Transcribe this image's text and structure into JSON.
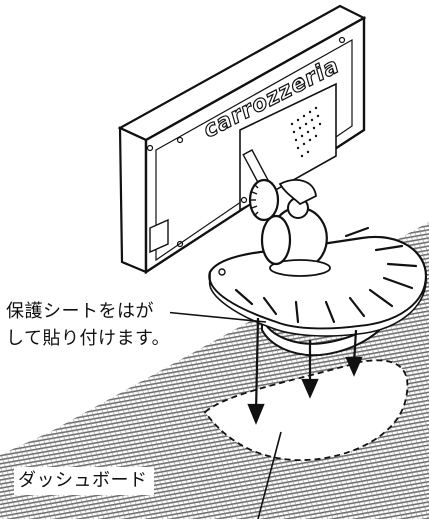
{
  "callout": {
    "line1": "保護シートをはが",
    "line2": "して貼り付けます。"
  },
  "device_brand": "carrozzeria",
  "surface_label": "ダッシュボード",
  "colors": {
    "ink": "#111111",
    "paper": "#ffffff",
    "hatch": "#6e6e6e"
  }
}
